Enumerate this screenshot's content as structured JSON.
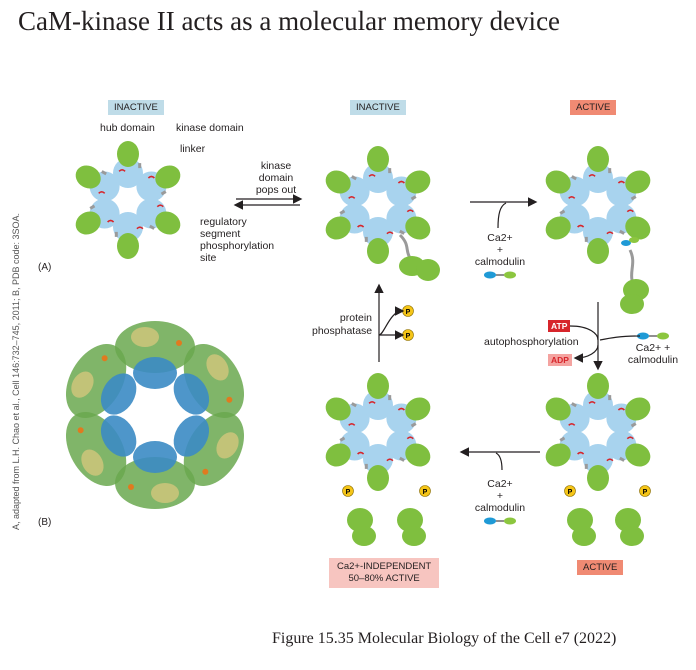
{
  "title": "CaM-kinase II acts as a molecular memory device",
  "caption": "Figure 15.35 Molecular Biology of the Cell e7 (2022)",
  "credit": "A, adapted from L.H. Chao et al., Cell 146:732–745, 2011; B, PDB code: 3SOA.",
  "states": {
    "inactive_1": "INACTIVE",
    "inactive_2": "INACTIVE",
    "active_1": "ACTIVE",
    "active_2": "ACTIVE",
    "independent_line1": "Ca2+-INDEPENDENT",
    "independent_line2": "50–80% ACTIVE"
  },
  "labels": {
    "hub_domain": "hub domain",
    "kinase_domain": "kinase domain",
    "linker": "linker",
    "regulatory_1": "regulatory",
    "regulatory_2": "segment",
    "regulatory_3": "phosphorylation",
    "regulatory_4": "site",
    "pops_1": "kinase",
    "pops_2": "domain",
    "pops_3": "pops out",
    "ca_1": "Ca2+",
    "plus_1": "+",
    "calmodulin_1": "calmodulin",
    "protein": "protein",
    "phosphatase": "phosphatase",
    "atp": "ATP",
    "adp": "ADP",
    "autophos": "autophosphorylation",
    "ca_2": "Ca2+ +",
    "calmodulin_2": "calmodulin",
    "ca_3": "Ca2+",
    "plus_3": "+",
    "calmodulin_3": "calmodulin",
    "p": "P"
  },
  "panels": {
    "a": "(A)",
    "b": "(B)"
  },
  "colors": {
    "hub": "#a8d3ee",
    "kinase": "#7fbf3f",
    "linker": "#9a9a9a",
    "regulatory": "#d7252b",
    "phosphate": "#f5c518",
    "calmodulin_blue": "#1f9ad6",
    "calmodulin_green": "#8cc63f"
  },
  "icons": [
    "equilibrium-arrows-icon",
    "reaction-arrow-icon",
    "phosphate-icon",
    "calmodulin-icon",
    "crystal-structure-icon"
  ]
}
